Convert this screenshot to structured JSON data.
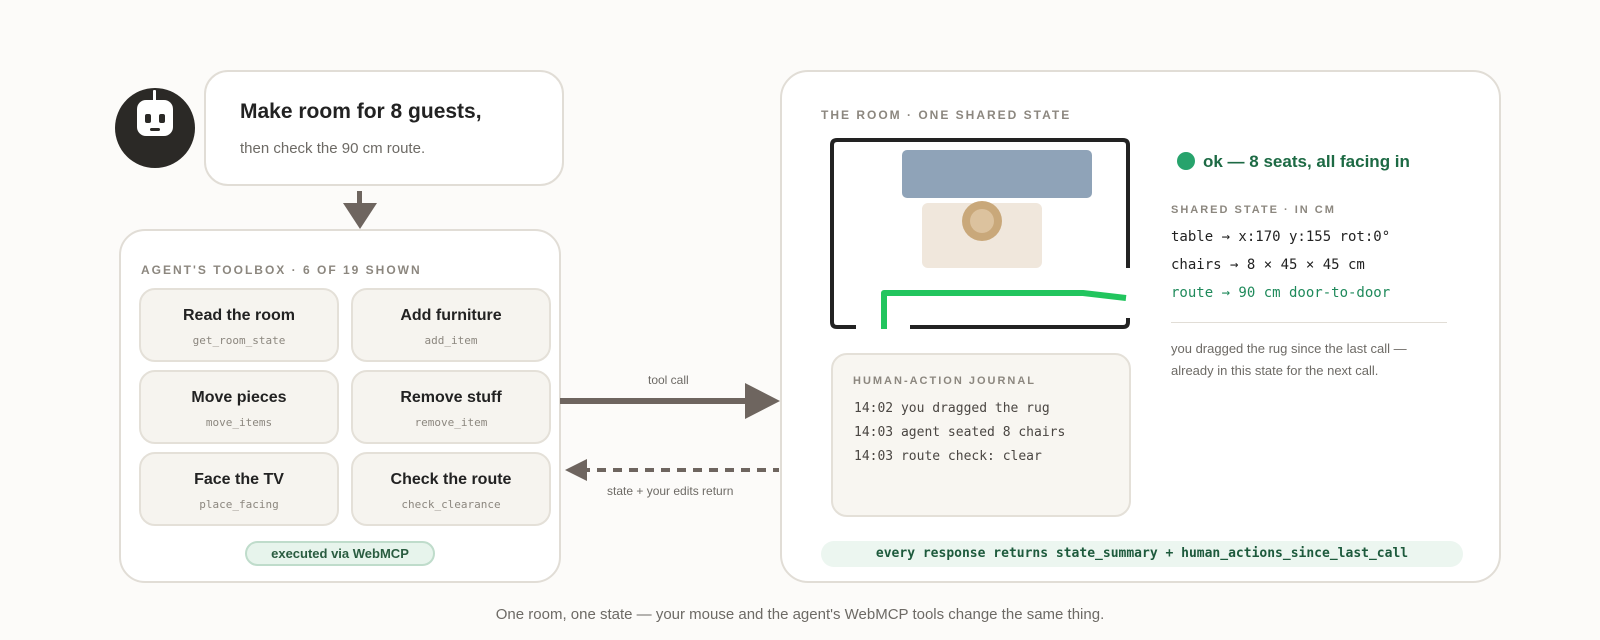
{
  "prompt": {
    "line1": "Make room for 8 guests,",
    "line2": "then check the 90 cm route."
  },
  "toolbox": {
    "title": "AGENT'S TOOLBOX · 6 OF 19 SHOWN",
    "tools": [
      {
        "label": "Read the room",
        "fn": "get_room_state"
      },
      {
        "label": "Add furniture",
        "fn": "add_item"
      },
      {
        "label": "Move pieces",
        "fn": "move_items"
      },
      {
        "label": "Remove stuff",
        "fn": "remove_item"
      },
      {
        "label": "Face the TV",
        "fn": "place_facing"
      },
      {
        "label": "Check the route",
        "fn": "check_clearance"
      }
    ],
    "badge": "executed via WebMCP"
  },
  "arrows": {
    "tool_call": "tool call",
    "return": "state + your edits return"
  },
  "room": {
    "title": "THE ROOM · ONE SHARED STATE",
    "status": "ok — 8 seats, all facing in",
    "state_title": "SHARED STATE · IN CM",
    "state_lines": [
      "table → x:170 y:155 rot:0°",
      "chairs → 8 × 45 × 45 cm",
      "route → 90 cm door-to-door"
    ],
    "note": "you dragged the rug since the last call — already in this state for the next call.",
    "journal": {
      "title": "HUMAN-ACTION JOURNAL",
      "entries": [
        "14:02 you dragged the rug",
        "14:03 agent seated 8 chairs",
        "14:03 route check: clear"
      ]
    },
    "footer": "every response returns state_summary + human_actions_since_last_call"
  },
  "caption": "One room, one state — your mouse and the agent's WebMCP tools change the same thing.",
  "colors": {
    "accent_green": "#27a36c",
    "route_green": "#22c55e",
    "arrow": "#6e655f",
    "tv": "#8fa3b8",
    "rug": "#f0e7dc",
    "table": "#c9a87a"
  }
}
